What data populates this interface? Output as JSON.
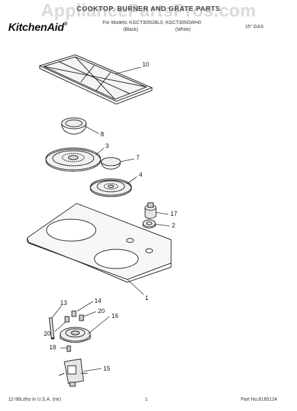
{
  "header": {
    "title": "COOKTOP, BURNER AND GRATE PARTS",
    "watermark": "AppliancePartsPros.com",
    "brand": "KitchenAid",
    "brand_mark": "®",
    "for_models": "For Models: KGCT305GBL0, KGCT305GWH0",
    "color_left": "(Black)",
    "color_right": "(White)",
    "size_label": "15\" GAS"
  },
  "callouts": {
    "c10": "10",
    "c8": "8",
    "c3": "3",
    "c7": "7",
    "c4": "4",
    "c17": "17",
    "c2": "2",
    "c1": "1",
    "c13": "13",
    "c14": "14",
    "c20a": "20",
    "c16": "16",
    "c20b": "20",
    "c18": "18",
    "c15": "15"
  },
  "footer": {
    "litho": "12-96Litho in U.S.A. (rie)",
    "page": "1",
    "part_no": "Part No.8185124"
  }
}
